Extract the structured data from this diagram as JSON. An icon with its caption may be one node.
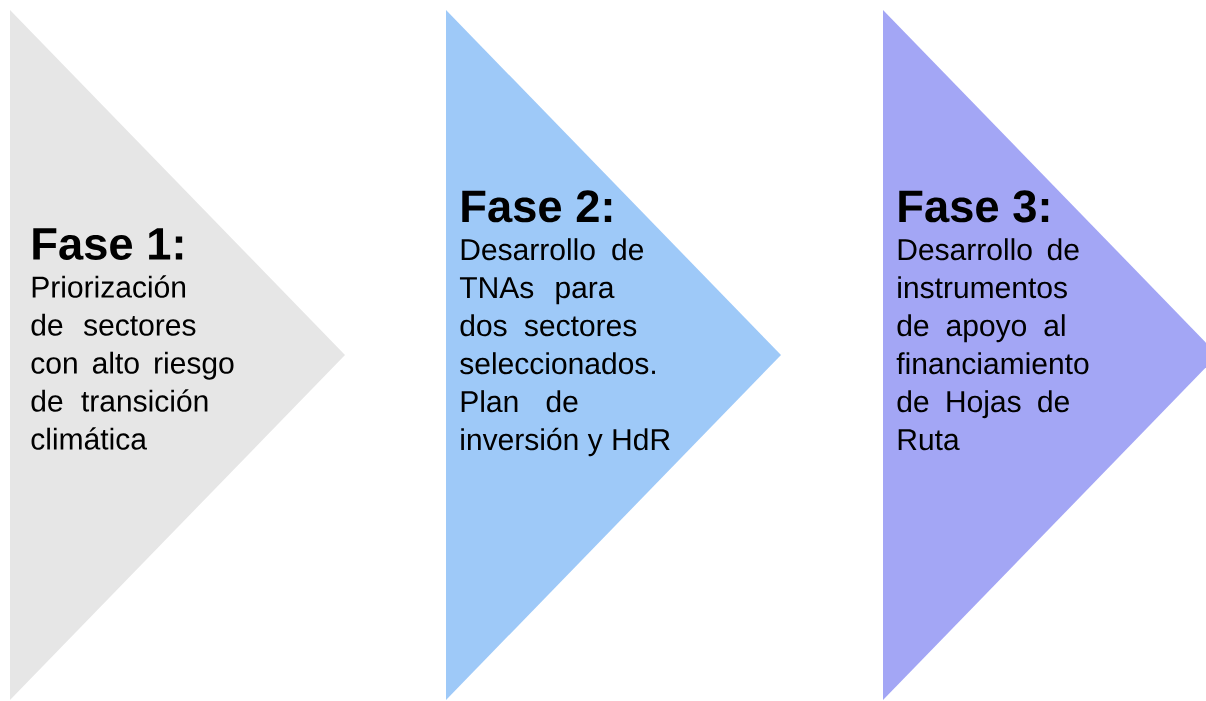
{
  "diagram": {
    "nodes": [
      {
        "text": [
          "Fase 1:",
          "Priorización de sectores con alto riesgo de transición climática"
        ]
      },
      {
        "text": [
          "Fase 2:",
          "Desarrollo de TNAs para dos sectores seleccionados. Plan de inversión y HdR"
        ]
      },
      {
        "text": [
          "Fase 3:",
          "Desarrollo de instrumentos de apoyo al financiamiento de Hojas de Ruta"
        ]
      }
    ]
  }
}
